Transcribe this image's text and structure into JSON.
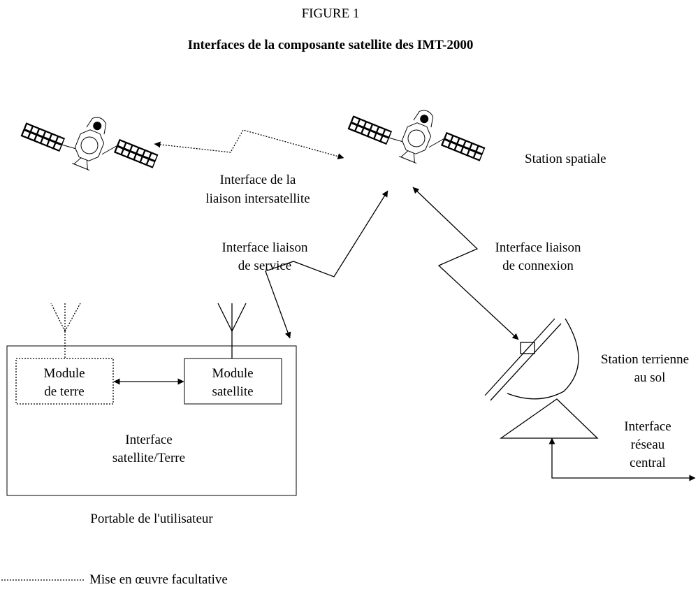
{
  "figure": {
    "number": "FIGURE 1",
    "title": "Interfaces de la composante satellite des IMT-2000"
  },
  "labels": {
    "space_station": "Station spatiale",
    "isl_line1": "Interface de la",
    "isl_line2": "liaison intersatellite",
    "service_line1": "Interface liaison",
    "service_line2": "de service",
    "feeder_line1": "Interface liaison",
    "feeder_line2": "de connexion",
    "earth_station_line1": "Station terrienne",
    "earth_station_line2": "au sol",
    "core_net_line1": "Interface",
    "core_net_line2": "réseau",
    "core_net_line3": "central",
    "terrestrial_module_line1": "Module",
    "terrestrial_module_line2": "de terre",
    "satellite_module_line1": "Module",
    "satellite_module_line2": "satellite",
    "sat_terr_line1": "Interface",
    "sat_terr_line2": "satellite/Terre",
    "user_terminal": "Portable de l'utilisateur"
  },
  "legend": {
    "optional": "Mise en œuvre facultative"
  },
  "icons": {
    "satellite": "satellite-icon",
    "antenna": "antenna-icon",
    "dish": "dish-antenna-icon",
    "ground_station": "ground-station-icon"
  }
}
